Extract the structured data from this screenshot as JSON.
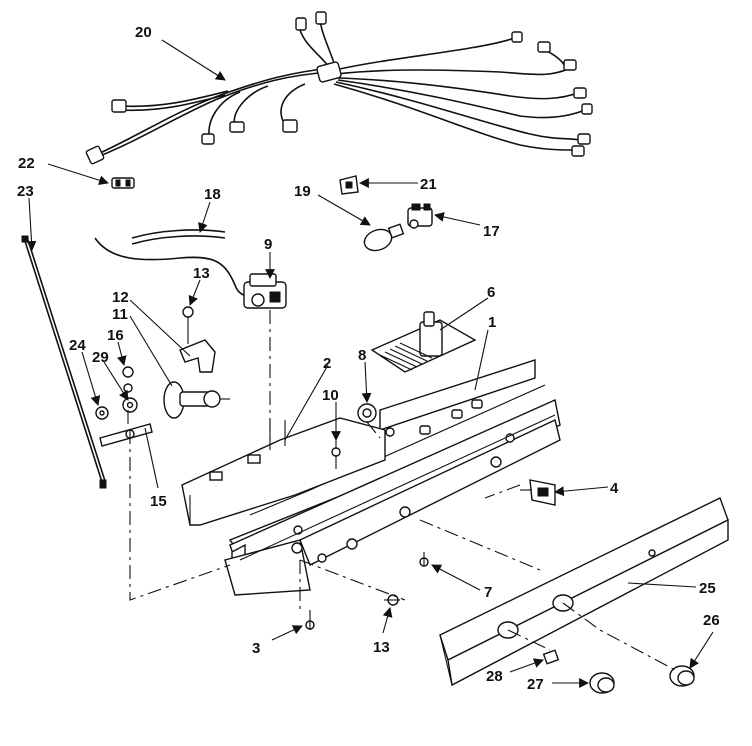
{
  "callouts": {
    "c1": "1",
    "c2": "2",
    "c3": "3",
    "c4": "4",
    "c6": "6",
    "c7": "7",
    "c8": "8",
    "c9": "9",
    "c10": "10",
    "c11": "11",
    "c12": "12",
    "c13a": "13",
    "c13b": "13",
    "c15": "15",
    "c16": "16",
    "c17": "17",
    "c18": "18",
    "c19": "19",
    "c20": "20",
    "c21": "21",
    "c22": "22",
    "c23": "23",
    "c24": "24",
    "c25": "25",
    "c26": "26",
    "c27": "27",
    "c28": "28",
    "c29": "29"
  },
  "colors": {
    "ink": "#111111",
    "paper": "#ffffff"
  }
}
